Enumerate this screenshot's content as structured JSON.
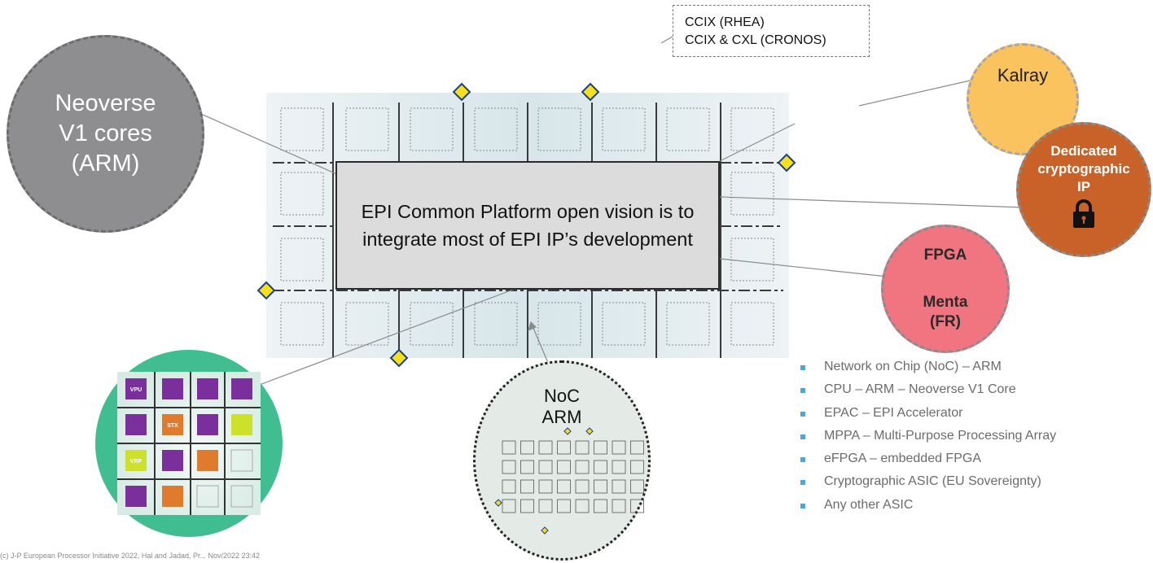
{
  "neoverse": {
    "line1": "Neoverse",
    "line2": "V1 cores",
    "line3": "(ARM)"
  },
  "ccix": {
    "line1": "CCIX (RHEA)",
    "line2": "CCIX & CXL (CRONOS)"
  },
  "kalray": {
    "label": "Kalray"
  },
  "crypto": {
    "line1": "Dedicated",
    "line2": "cryptographic",
    "line3": "IP",
    "icon": "lock-icon"
  },
  "fpga": {
    "line1": "FPGA",
    "line2": "Menta",
    "line3": "(FR)"
  },
  "center": {
    "text": "EPI Common Platform open vision is to integrate most of EPI IP’s development"
  },
  "noc_circle": {
    "line1": "NoC",
    "line2": "ARM"
  },
  "vpu_grid": {
    "tiles": [
      "VPU",
      "STX",
      "VRP"
    ]
  },
  "legend": [
    "Network on Chip (NoC) – ARM",
    "CPU – ARM – Neoverse V1 Core",
    "EPAC – EPI Accelerator",
    "MPPA – Multi-Purpose Processing Array",
    "eFPGA – embedded FPGA",
    "Cryptographic ASIC (EU Sovereignty)",
    "Any other ASIC"
  ],
  "footer": "(c) J-P European Processor Initiative 2022, Hal and Jadad, Pr... Nov/2022 23:42",
  "colors": {
    "neoverse": "#8e8e90",
    "kalray": "#fbc35e",
    "crypto": "#c86228",
    "fpga": "#f17580",
    "vpu_bg": "#40be91",
    "purple": "#7b2f9c",
    "orange": "#e07a2c",
    "lime": "#cde02a",
    "diamond": "#f5e11b",
    "diamond_border": "#1d3f8c",
    "bullet": "#4aa8d8"
  }
}
